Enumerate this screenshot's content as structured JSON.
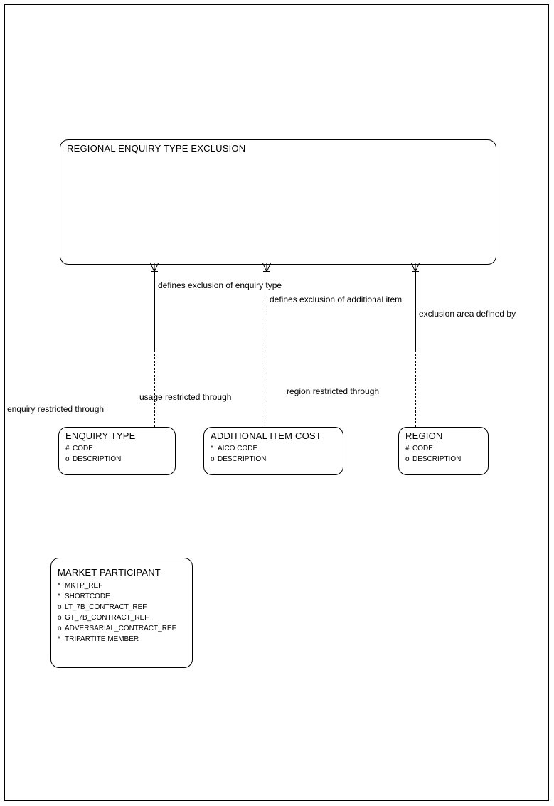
{
  "diagram": {
    "type": "entity-relationship-diagram",
    "page_border": true,
    "entities": [
      {
        "id": "regional-enquiry-type-exclusion",
        "name": "REGIONAL ENQUIRY TYPE EXCLUSION",
        "attributes": []
      },
      {
        "id": "enquiry-type",
        "name": "ENQUIRY TYPE",
        "attributes": [
          {
            "symbol": "#",
            "label": "CODE"
          },
          {
            "symbol": "o",
            "label": "DESCRIPTION"
          }
        ]
      },
      {
        "id": "additional-item-cost",
        "name": "ADDITIONAL ITEM COST",
        "attributes": [
          {
            "symbol": "*",
            "label": "AICO CODE"
          },
          {
            "symbol": "o",
            "label": "DESCRIPTION"
          }
        ]
      },
      {
        "id": "region",
        "name": "REGION",
        "attributes": [
          {
            "symbol": "#",
            "label": "CODE"
          },
          {
            "symbol": "o",
            "label": "DESCRIPTION"
          }
        ]
      },
      {
        "id": "market-participant",
        "name": "MARKET PARTICIPANT",
        "attributes": [
          {
            "symbol": "*",
            "label": "MKTP_REF"
          },
          {
            "symbol": "*",
            "label": "SHORTCODE"
          },
          {
            "symbol": "o",
            "label": "LT_7B_CONTRACT_REF"
          },
          {
            "symbol": "o",
            "label": "GT_7B_CONTRACT_REF"
          },
          {
            "symbol": "o",
            "label": "ADVERSARIAL_CONTRACT_REF"
          },
          {
            "symbol": "*",
            "label": "TRIPARTITE MEMBER"
          }
        ]
      }
    ],
    "relationships": [
      {
        "id": "rel-enquiry-type",
        "from": "regional-enquiry-type-exclusion",
        "to": "enquiry-type",
        "label_from": "defines exclusion of enquiry type",
        "label_to": "enquiry restricted through",
        "label_mid": "usage restricted through"
      },
      {
        "id": "rel-additional-item",
        "from": "regional-enquiry-type-exclusion",
        "to": "additional-item-cost",
        "label_from": "defines exclusion of additional item"
      },
      {
        "id": "rel-region",
        "from": "regional-enquiry-type-exclusion",
        "to": "region",
        "label_from": "exclusion area defined by",
        "label_to": "region restricted through"
      }
    ],
    "labels": {
      "defines_exclusion_of_enquiry_type": "defines exclusion of enquiry type",
      "defines_exclusion_of_additional_item": "defines exclusion of additional item",
      "exclusion_area_defined_by": "exclusion area defined by",
      "enquiry_restricted_through": "enquiry restricted through",
      "usage_restricted_through": "usage restricted through",
      "region_restricted_through": "region restricted through"
    },
    "colors": {
      "stroke": "#000000",
      "background": "#ffffff",
      "text": "#000000"
    }
  }
}
